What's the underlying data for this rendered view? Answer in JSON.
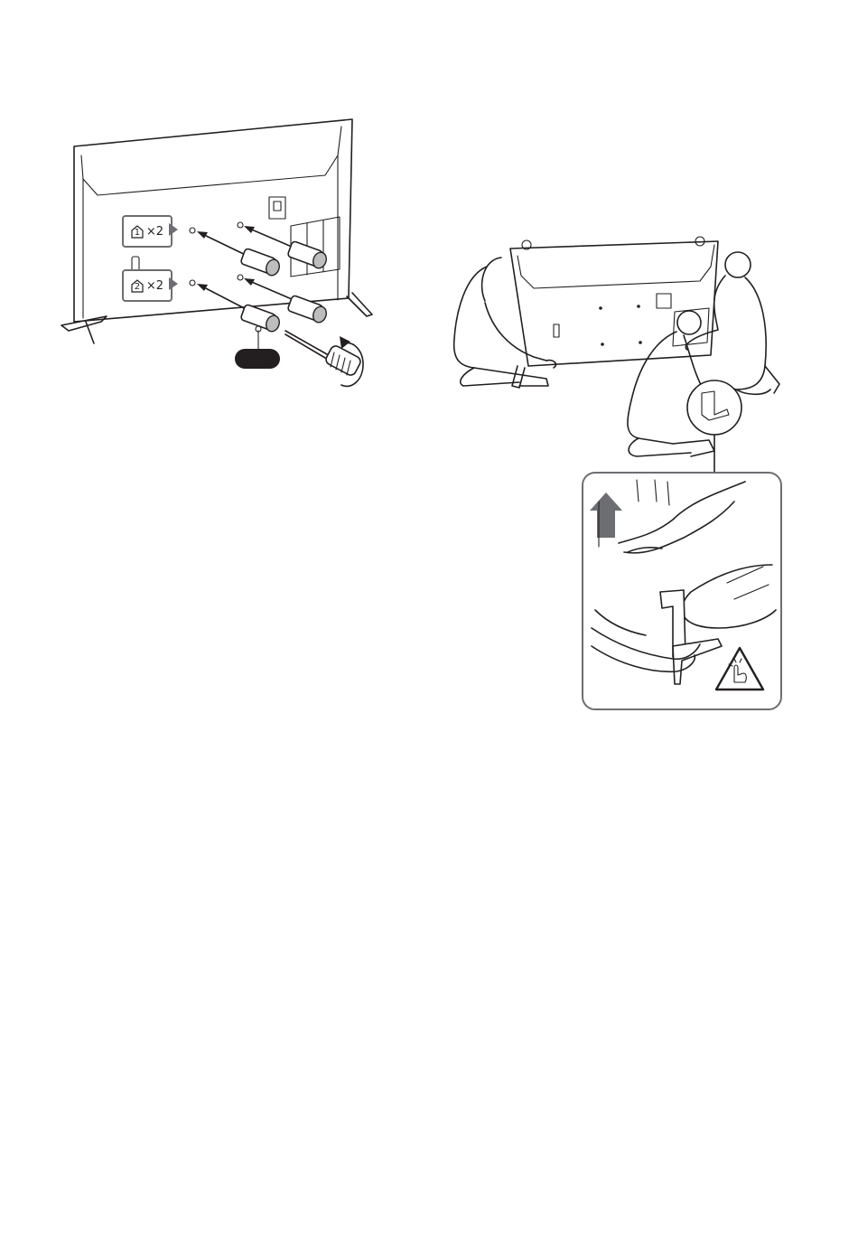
{
  "left_figure": {
    "callout_upper": {
      "number": "1",
      "text": "×2"
    },
    "callout_lower": {
      "number": "2",
      "text": "×2"
    }
  },
  "right_figure": {}
}
